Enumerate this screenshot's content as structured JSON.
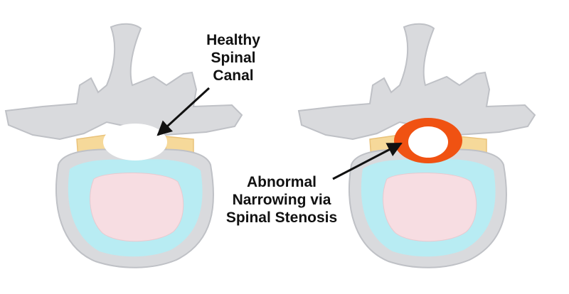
{
  "labels": {
    "healthy": [
      "Healthy",
      "Spinal",
      "Canal"
    ],
    "stenosis": [
      "Abnormal",
      "Narrowing via",
      "Spinal Stenosis"
    ]
  },
  "colors": {
    "bone": "#d9dadd",
    "bone_outline": "#bfc1c6",
    "facet": "#f6d99a",
    "disc_ring": "#b8ecf3",
    "nucleus": "#f7dde2",
    "canal": "#ffffff",
    "stenosis": "#f05212",
    "arrow": "#111111"
  }
}
